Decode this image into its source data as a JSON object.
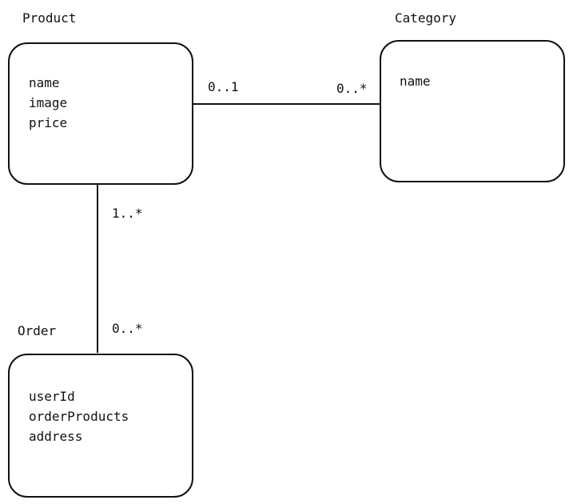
{
  "entities": {
    "product": {
      "title": "Product",
      "attributes": [
        "name",
        "image",
        "price"
      ]
    },
    "category": {
      "title": "Category",
      "attributes": [
        "name"
      ]
    },
    "order": {
      "title": "Order",
      "attributes": [
        "userId",
        "orderProducts",
        "address"
      ]
    }
  },
  "associations": {
    "product_category": {
      "product_end": "0..1",
      "category_end": "0..*"
    },
    "product_order": {
      "product_end": "1..*",
      "order_end": "0..*"
    }
  }
}
